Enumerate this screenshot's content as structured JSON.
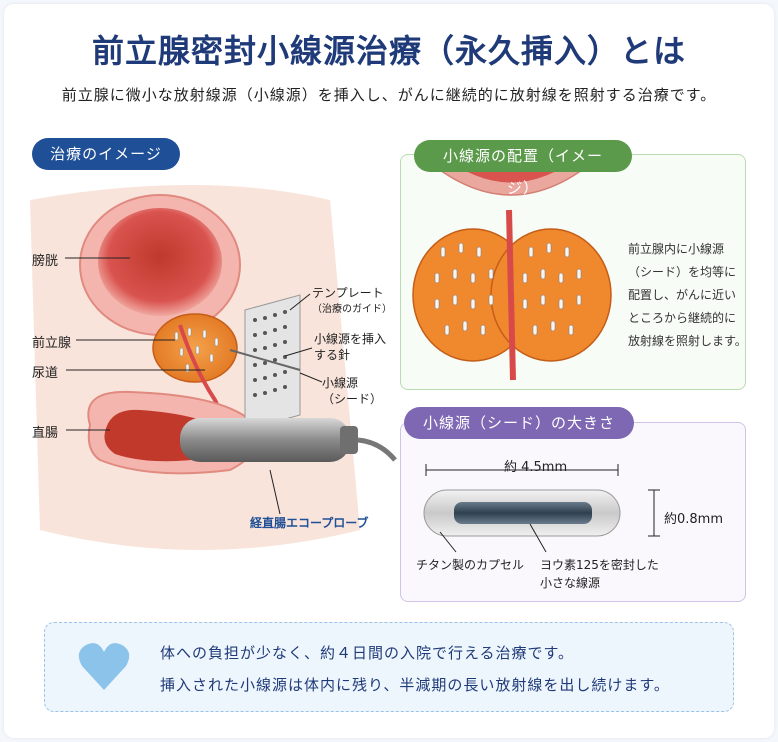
{
  "title": "前立腺密封小線源治療（永久挿入）とは",
  "subtitle": "前立腺に微小な放射線源（小線源）を挿入し、がんに継続的に放射線を照射する治療です。",
  "section_left": {
    "pill": "治療のイメージ",
    "labels": {
      "bladder": "膀胱",
      "prostate": "前立腺",
      "urethra": "尿道",
      "rectum": "直腸",
      "template": "テンプレート",
      "template_sub": "（治療のガイド）",
      "needle_1": "小線源を挿入",
      "needle_2": "する針",
      "seed": "小線源",
      "seed_sub": "（シード）",
      "probe": "経直腸エコープローブ"
    }
  },
  "section_right_top": {
    "pill": "小線源の配置（イメージ）",
    "desc": [
      "前立腺内に小線源",
      "（シード）を均等に",
      "配置し、がんに近い",
      "ところから継続的に",
      "放射線を照射します。"
    ]
  },
  "section_right_bottom": {
    "pill": "小線源（シード）の大きさ",
    "length": "約 4.5mm",
    "diameter": "約0.8mm",
    "capsule": "チタン製のカプセル",
    "iodine_1": "ヨウ素125を密封した",
    "iodine_2": "小さな線源"
  },
  "note": {
    "line1": "体への負担が少なく、約４日間の入院で行える治療です。",
    "line2": "挿入された小線源は体内に残り、半減期の長い放射線を出し続けます。",
    "icon": "heart-icon"
  },
  "colors": {
    "title": "#1f3a78",
    "pill_blue": "#1f4f96",
    "pill_green": "#5a9a4a",
    "pill_purple": "#7f68b3",
    "heart": "#8cc3ea"
  }
}
